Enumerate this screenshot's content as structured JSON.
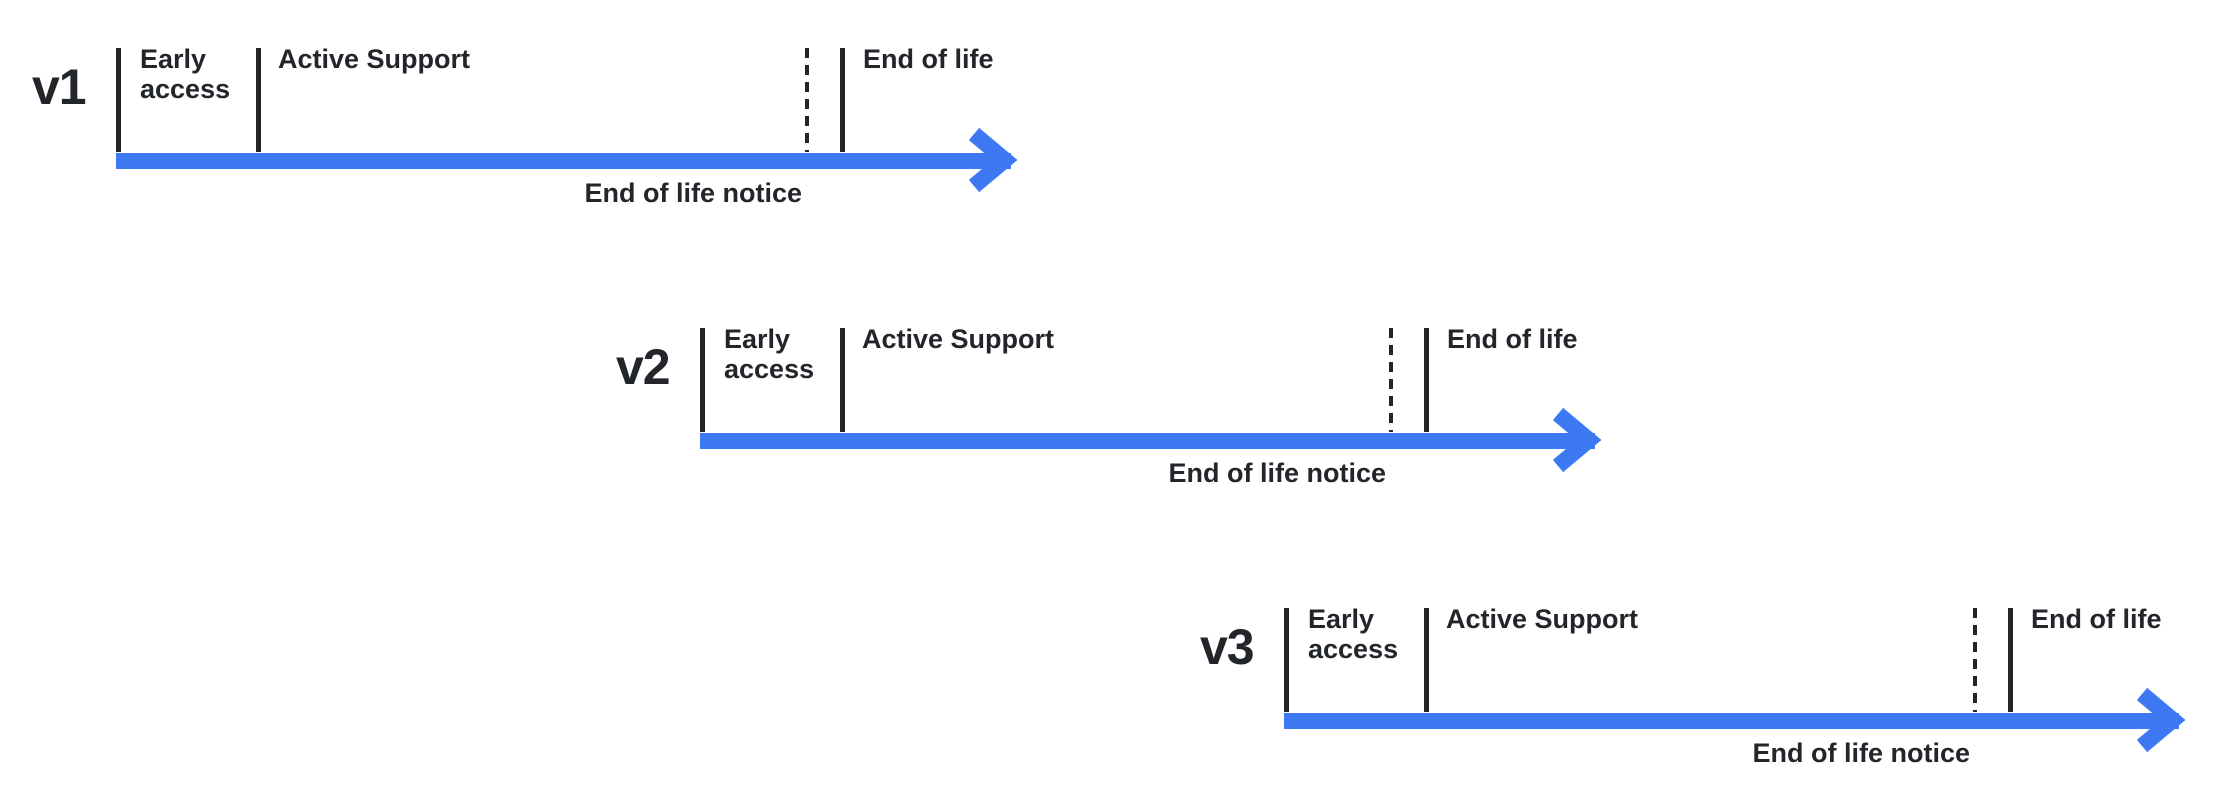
{
  "colors": {
    "accent": "#3E79F4",
    "ink": "#22262B"
  },
  "rows": [
    {
      "version": "v1"
    },
    {
      "version": "v2"
    },
    {
      "version": "v3"
    }
  ],
  "phase_labels": {
    "early_access": "Early\naccess",
    "active_support": "Active Support",
    "end_of_life": "End of life",
    "end_of_life_notice": "End of life notice"
  }
}
